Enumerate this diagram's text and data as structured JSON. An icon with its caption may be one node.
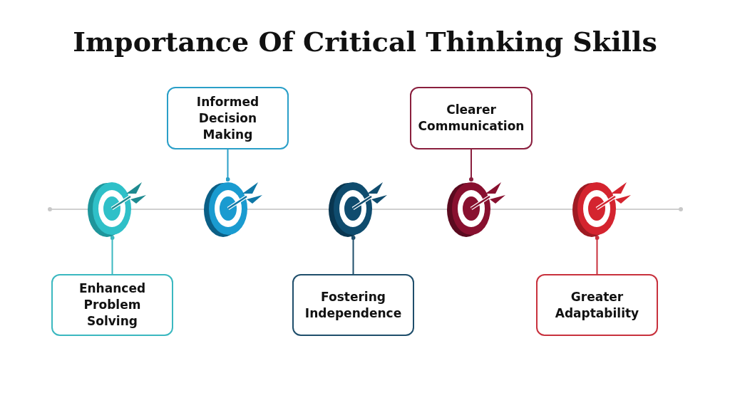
{
  "diagram": {
    "title": "Importance Of Critical Thinking Skills",
    "nodes": [
      {
        "text": [
          "Enhanced Problem Solving"
        ]
      },
      {
        "text": [
          "Informed Decision Making"
        ]
      },
      {
        "text": [
          "Fostering Independence"
        ]
      },
      {
        "text": [
          "Clearer Communication"
        ]
      },
      {
        "text": [
          "Greater Adaptability"
        ]
      },
      {
        "text": [],
        "shape": "target"
      },
      {
        "text": [],
        "shape": "target"
      },
      {
        "text": [],
        "shape": "target"
      },
      {
        "text": [],
        "shape": "target"
      },
      {
        "text": [],
        "shape": "target"
      }
    ],
    "edges": [
      {
        "from": 0,
        "to": 5,
        "arrow": "other",
        "color": "#3bb8c0"
      },
      {
        "from": 1,
        "to": 6,
        "arrow": "other",
        "color": "#2a9fc8"
      },
      {
        "from": 2,
        "to": 7,
        "arrow": "other",
        "color": "#1f4e6b"
      },
      {
        "from": 3,
        "to": 8,
        "arrow": "other",
        "color": "#8a1f3e"
      },
      {
        "from": 4,
        "to": 9,
        "arrow": "other",
        "color": "#c8313d"
      }
    ]
  }
}
